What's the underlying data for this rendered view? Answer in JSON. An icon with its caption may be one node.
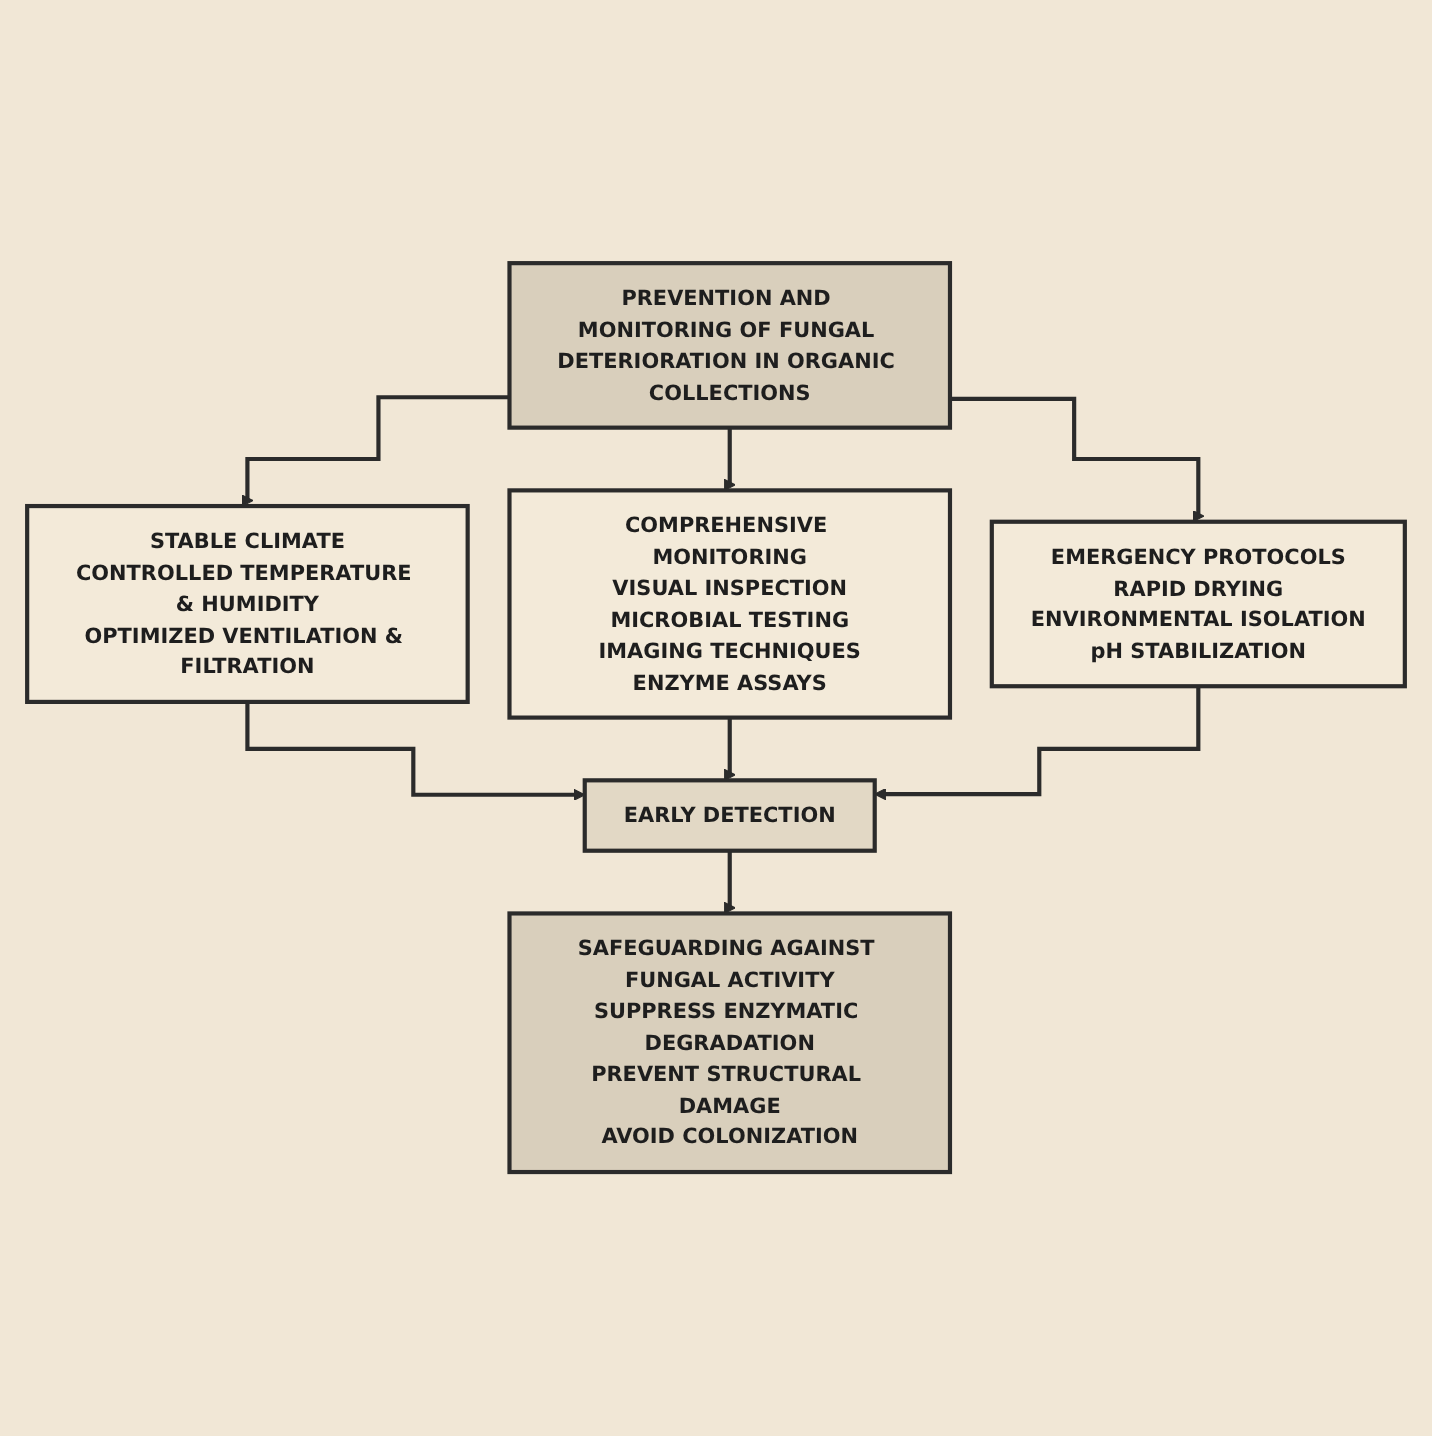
{
  "diagram": {
    "nodes": [
      {
        "text": [
          "PREVENTION AND MONITORING OF FUNGAL DETERIORATION IN ORGANIC COLLECTIONS"
        ]
      },
      {
        "text": [
          "STABLE CLIMATE",
          "CONTROLLED TEMPERATURE & HUMIDITY",
          "OPTIMIZED VENTILATION & FILTRATION"
        ]
      },
      {
        "text": [
          "COMPREHENSIVE MONITORING",
          "VISUAL INSPECTION",
          "MICROBIAL TESTING",
          "IMAGING TECHNIQUES",
          "ENZYME ASSAYS"
        ]
      },
      {
        "text": [
          "EMERGENCY PROTOCOLS",
          "RAPID DRYING",
          "ENVIRONMENTAL ISOLATION",
          "pH STABILIZATION"
        ]
      },
      {
        "text": [
          "EARLY DETECTION"
        ]
      },
      {
        "text": [
          "SAFEGUARDING AGAINST FUNGAL ACTIVITY",
          "SUPPRESS ENZYMATIC DEGRADATION",
          "PREVENT STRUCTURAL DAMAGE",
          "AVOID COLONIZATION"
        ]
      }
    ],
    "edges": [
      {
        "from": 0,
        "to": 1,
        "arrow": "to"
      },
      {
        "from": 0,
        "to": 2,
        "arrow": "to"
      },
      {
        "from": 0,
        "to": 3,
        "arrow": "to"
      },
      {
        "from": 1,
        "to": 4,
        "arrow": "to"
      },
      {
        "from": 2,
        "to": 4,
        "arrow": "to"
      },
      {
        "from": 3,
        "to": 4,
        "arrow": "to"
      },
      {
        "from": 4,
        "to": 5,
        "arrow": "to"
      }
    ]
  }
}
